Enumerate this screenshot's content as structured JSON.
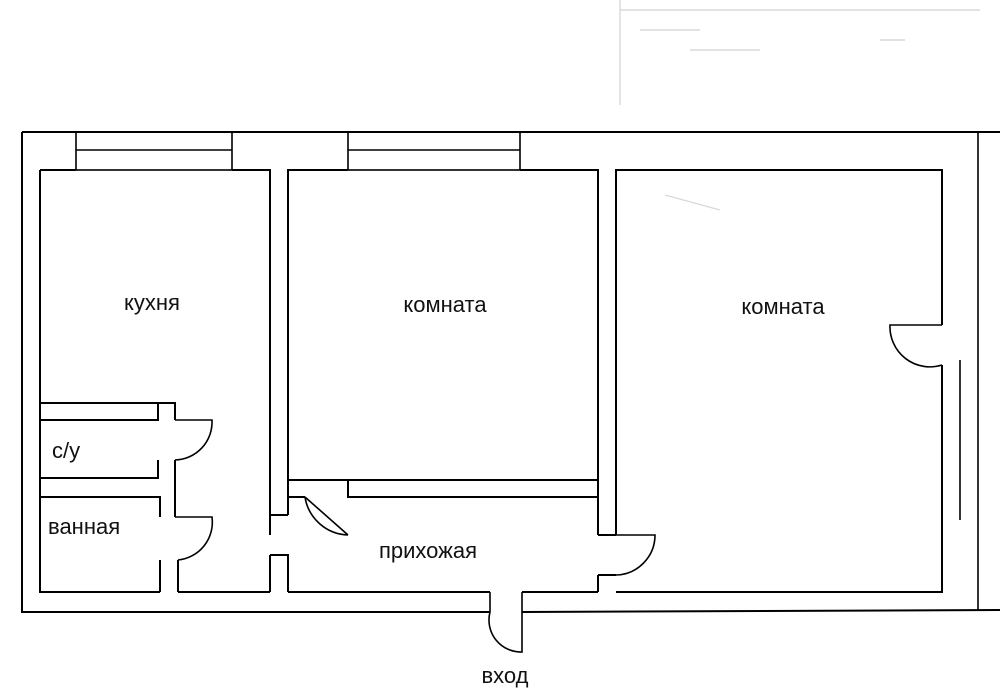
{
  "rooms": {
    "kitchen": "кухня",
    "room_middle": "комната",
    "room_right": "комната",
    "toilet": "с/у",
    "bathroom": "ванная",
    "hallway": "прихожая",
    "entrance": "вход"
  }
}
